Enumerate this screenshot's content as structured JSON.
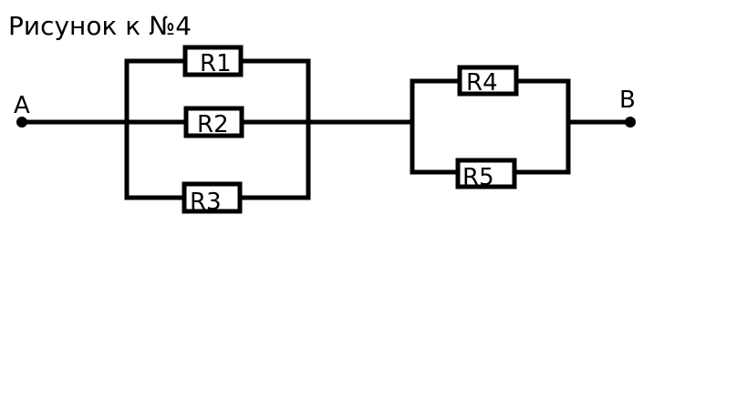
{
  "title": "Рисунок к №4",
  "nodes": {
    "a": {
      "label": "A"
    },
    "b": {
      "label": "B"
    }
  },
  "resistors": [
    {
      "id": "r1",
      "label": "R1",
      "group": "left-parallel"
    },
    {
      "id": "r2",
      "label": "R2",
      "group": "left-parallel"
    },
    {
      "id": "r3",
      "label": "R3",
      "group": "left-parallel"
    },
    {
      "id": "r4",
      "label": "R4",
      "group": "right-parallel"
    },
    {
      "id": "r5",
      "label": "R5",
      "group": "right-parallel"
    }
  ],
  "colors": {
    "line": "#000000",
    "background": "#ffffff"
  }
}
